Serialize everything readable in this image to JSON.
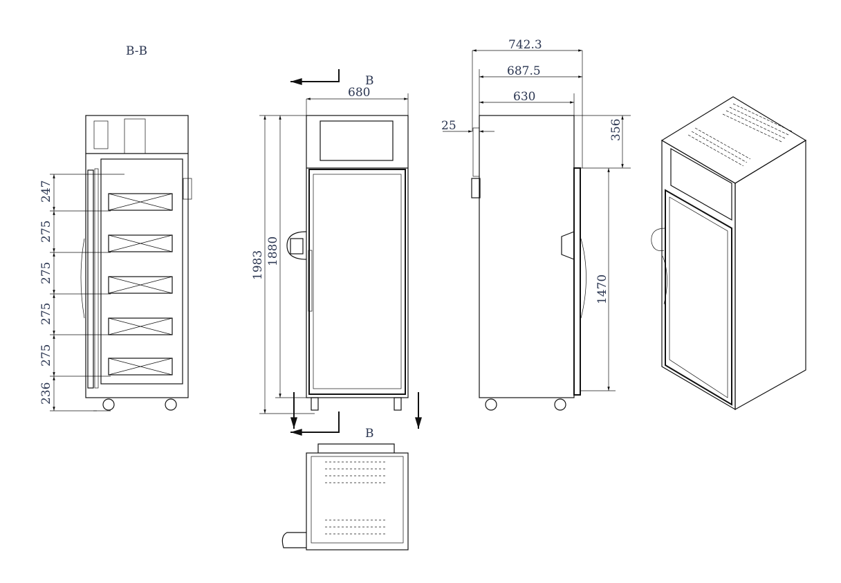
{
  "section_view": {
    "title": "B-B",
    "dimensions": [
      "247",
      "275",
      "275",
      "275",
      "275",
      "236"
    ]
  },
  "front_view": {
    "width": "680",
    "height_total": "1983",
    "height_body": "1880",
    "section_marker_top": "B",
    "section_marker_bottom": "B"
  },
  "side_view": {
    "depth_total": "742.3",
    "depth_mid": "687.5",
    "depth_body": "630",
    "handle_offset": "25",
    "top_section_height": "356",
    "door_height": "1470"
  },
  "colors": {
    "line": "#111111",
    "dimension_text": "#2a3550"
  }
}
